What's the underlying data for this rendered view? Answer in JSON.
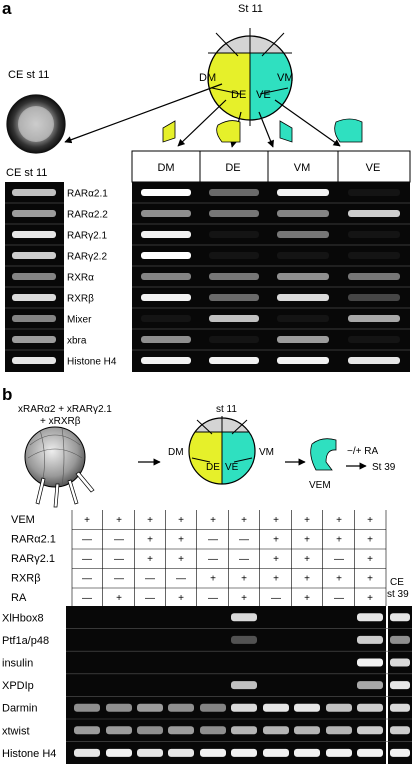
{
  "panel_a": {
    "letter": "a",
    "stage_label": "St 11",
    "ce_stage_top": "CE st 11",
    "ce_stage_left": "CE st 11",
    "quadrants": {
      "dm": "DM",
      "de": "DE",
      "ve": "VE",
      "vm": "VM"
    },
    "lane_headers": [
      "DM",
      "DE",
      "VM",
      "VE"
    ],
    "genes": [
      "RARα2.1",
      "RARα2.2",
      "RARγ2.1",
      "RARγ2.2",
      "RXRα",
      "RXRβ",
      "Mixer",
      "xbra",
      "Histone H4"
    ],
    "band_intensity": [
      [
        0.75,
        1.0,
        0.4,
        0.95,
        0.05
      ],
      [
        0.6,
        0.55,
        0.45,
        0.5,
        0.8
      ],
      [
        0.9,
        0.95,
        0.05,
        0.45,
        0.05
      ],
      [
        0.8,
        1.0,
        0.05,
        0.05,
        0.05
      ],
      [
        0.5,
        0.5,
        0.45,
        0.55,
        0.45
      ],
      [
        0.85,
        0.95,
        0.4,
        0.85,
        0.25
      ],
      [
        0.5,
        0.05,
        0.75,
        0.05,
        0.65
      ],
      [
        0.6,
        0.55,
        0.05,
        0.6,
        0.05
      ],
      [
        0.9,
        0.95,
        0.95,
        0.95,
        0.9
      ]
    ]
  },
  "panel_b": {
    "letter": "b",
    "injection_line1": "xRARα2 + xRARγ2.1",
    "injection_line2": "+ xRXRβ",
    "stage_label": "st 11",
    "quadrants": {
      "dm": "DM",
      "de": "DE",
      "ve": "VE",
      "vm": "VM"
    },
    "vem_label": "VEM",
    "treatment": "−/+ RA",
    "end_stage": "St 39",
    "ce_label_1": "CE",
    "ce_label_2": "st 39",
    "condition_rows": [
      {
        "label": "VEM",
        "values": [
          "+",
          "+",
          "+",
          "+",
          "+",
          "+",
          "+",
          "+",
          "+",
          "+"
        ]
      },
      {
        "label": "RARα2.1",
        "values": [
          "—",
          "—",
          "+",
          "+",
          "—",
          "—",
          "+",
          "+",
          "+",
          "+"
        ]
      },
      {
        "label": "RARγ2.1",
        "values": [
          "—",
          "—",
          "+",
          "+",
          "—",
          "—",
          "+",
          "+",
          "—",
          "+"
        ]
      },
      {
        "label": "RXRβ",
        "values": [
          "—",
          "—",
          "—",
          "—",
          "+",
          "+",
          "+",
          "+",
          "+",
          "+"
        ]
      },
      {
        "label": "RA",
        "values": [
          "—",
          "+",
          "—",
          "+",
          "—",
          "+",
          "—",
          "+",
          "—",
          "+"
        ]
      }
    ],
    "genes": [
      "XlHbox8",
      "Ptf1a/p48",
      "insulin",
      "XPDIp",
      "Darmin",
      "xtwist",
      "Histone H4"
    ],
    "band_intensity": [
      [
        0,
        0,
        0,
        0,
        0,
        0.85,
        0,
        0,
        0,
        0.9,
        0.9
      ],
      [
        0,
        0,
        0,
        0,
        0,
        0.3,
        0,
        0,
        0,
        0.8,
        0.55
      ],
      [
        0,
        0,
        0,
        0,
        0,
        0,
        0,
        0,
        0,
        0.95,
        0.85
      ],
      [
        0,
        0,
        0,
        0,
        0,
        0.75,
        0,
        0,
        0,
        0.65,
        0.9
      ],
      [
        0.55,
        0.55,
        0.6,
        0.55,
        0.5,
        0.85,
        0.9,
        0.9,
        0.75,
        0.8,
        0.85
      ],
      [
        0.6,
        0.6,
        0.55,
        0.6,
        0.55,
        0.7,
        0.7,
        0.7,
        0.7,
        0.8,
        0.8
      ],
      [
        0.9,
        0.95,
        0.9,
        0.9,
        0.95,
        0.95,
        0.95,
        0.95,
        0.95,
        0.95,
        0.95
      ]
    ]
  },
  "colors": {
    "yellow": "#e6f02a",
    "teal": "#2fe0c0",
    "grey": "#d4d4d4",
    "gel": "#080808",
    "band": "#ffffff"
  }
}
